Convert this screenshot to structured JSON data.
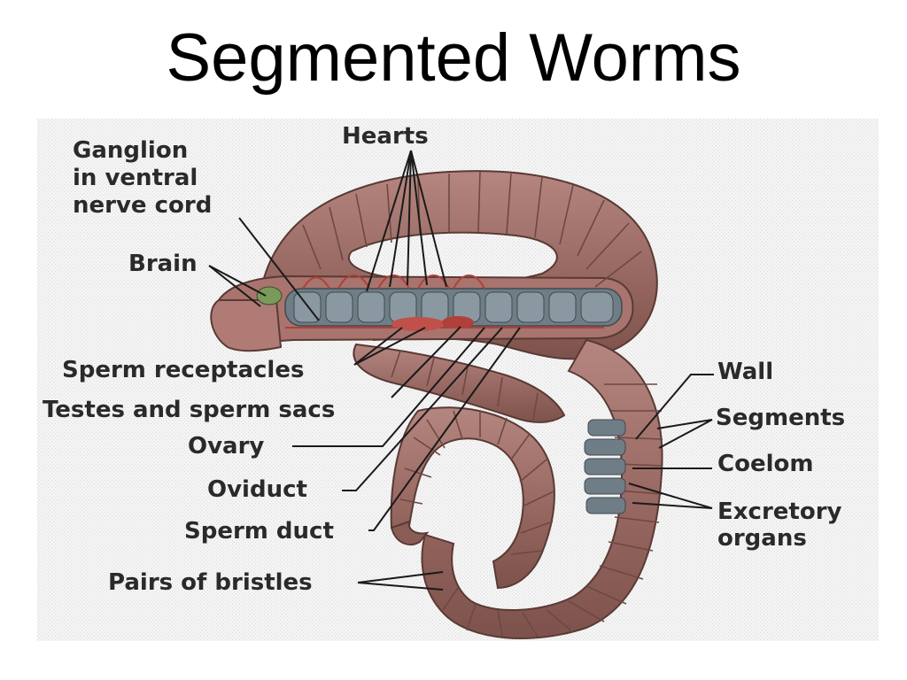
{
  "slide": {
    "title": "Segmented Worms"
  },
  "diagram": {
    "labels": {
      "hearts": "Hearts",
      "ganglion": [
        "Ganglion",
        "in ventral",
        "nerve cord"
      ],
      "brain": "Brain",
      "sperm_receptacles": "Sperm receptacles",
      "testes": "Testes and sperm sacs",
      "ovary": "Ovary",
      "oviduct": "Oviduct",
      "sperm_duct": "Sperm duct",
      "bristles": "Pairs of bristles",
      "wall": "Wall",
      "segments": "Segments",
      "coelom": "Coelom",
      "excretory": [
        "Excretory",
        "organs"
      ]
    },
    "colors": {
      "body": "#9a6a64",
      "body_outline": "#5a3a34",
      "segment_line": "#6e4842",
      "gut": "#6f7d86",
      "heart": "#b0403a",
      "background": "#f2f2f2"
    }
  }
}
